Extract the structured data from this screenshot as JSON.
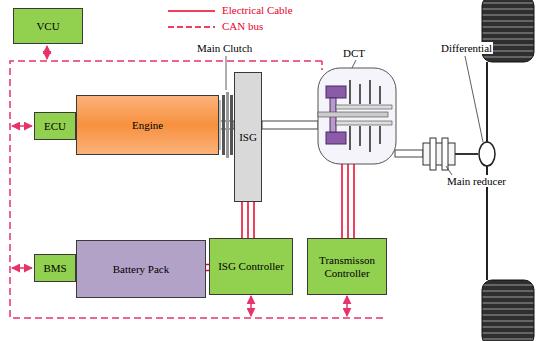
{
  "diagram": {
    "nodes": [
      {
        "text": [
          "VCU"
        ]
      },
      {
        "text": [
          "ECU"
        ]
      },
      {
        "text": [
          "Engine"
        ]
      },
      {
        "text": [
          "ISG"
        ]
      },
      {
        "text": [
          "Battery Pack"
        ]
      },
      {
        "text": [
          "BMS"
        ]
      },
      {
        "text": [
          "ISG Controller"
        ]
      },
      {
        "text": [
          "Transmisson Controller"
        ]
      }
    ],
    "edges": [
      {
        "from": 6,
        "to": 3,
        "arrow": "none"
      },
      {
        "from": 4,
        "to": 6,
        "arrow": "none"
      }
    ],
    "labels": [
      "Main Clutch",
      "DCT",
      "Differential",
      "Main reducer"
    ],
    "legend": [
      {
        "text": "Electrical Cable"
      },
      {
        "text": "CAN bus"
      }
    ]
  }
}
